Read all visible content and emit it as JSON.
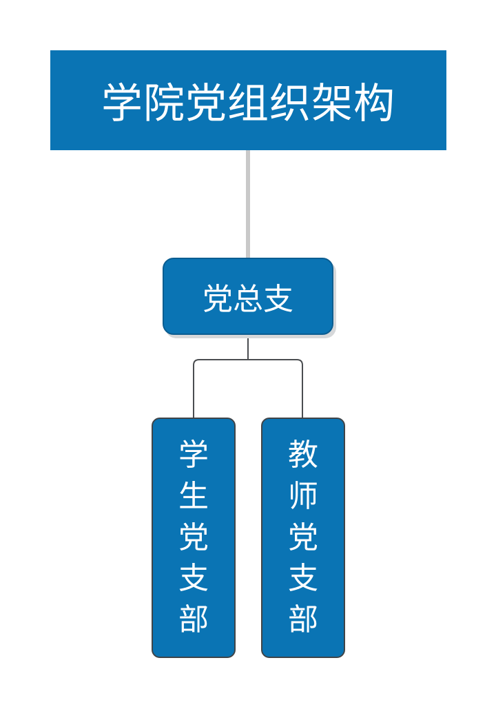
{
  "diagram": {
    "title": "学院党组织架构",
    "general_branch": "党总支",
    "branches": [
      {
        "label": "学生党支部"
      },
      {
        "label": "教师党支部"
      }
    ]
  },
  "colors": {
    "node_fill": "#0a74b4",
    "node_text": "#ffffff",
    "trunk_line": "#c9c9c9",
    "branch_line": "#4a4d50",
    "shadow": "#d6d8da"
  }
}
